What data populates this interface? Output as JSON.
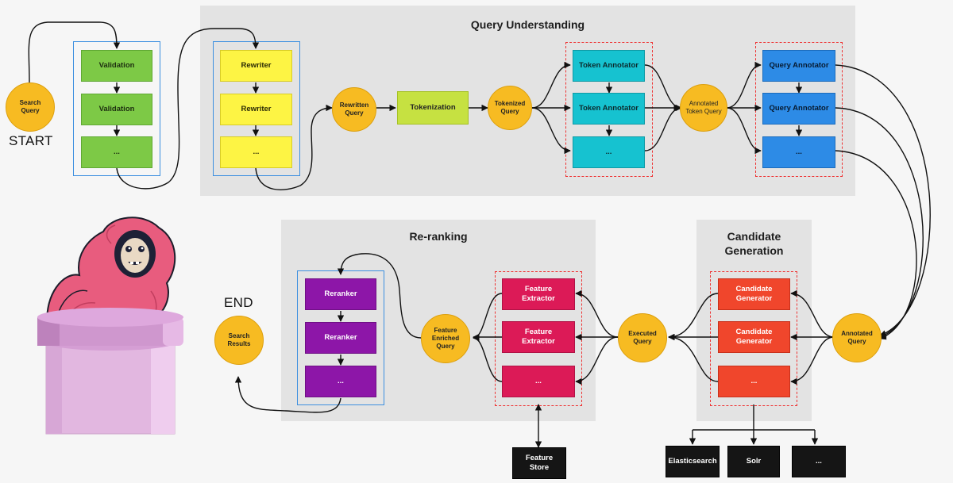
{
  "panels": {
    "query_understanding": "Query Understanding",
    "reranking": "Re-ranking",
    "candidate_generation_line1": "Candidate",
    "candidate_generation_line2": "Generation"
  },
  "labels": {
    "start": "START",
    "end": "END"
  },
  "nodes": {
    "search_query": "Search\nQuery",
    "validation_1": "Validation",
    "validation_2": "Validation",
    "validation_3": "...",
    "rewriter_1": "Rewriter",
    "rewriter_2": "Rewriter",
    "rewriter_3": "...",
    "rewritten_query": "Rewritten\nQuery",
    "tokenization": "Tokenization",
    "tokenized_query": "Tokenized\nQuery",
    "token_annotator_1": "Token Annotator",
    "token_annotator_2": "Token Annotator",
    "token_annotator_3": "...",
    "annotated_token_query": "Annotated\nToken Query",
    "query_annotator_1": "Query Annotator",
    "query_annotator_2": "Query Annotator",
    "query_annotator_3": "...",
    "annotated_query": "Annotated\nQuery",
    "candidate_generator_1": "Candidate\nGenerator",
    "candidate_generator_2": "Candidate\nGenerator",
    "candidate_generator_3": "...",
    "elasticsearch": "Elasticsearch",
    "solr": "Solr",
    "backend_more": "...",
    "executed_query": "Executed\nQuery",
    "feature_extractor_1": "Feature\nExtractor",
    "feature_extractor_2": "Feature\nExtractor",
    "feature_extractor_3": "...",
    "feature_store": "Feature\nStore",
    "feature_enriched_query": "Feature\nEnriched\nQuery",
    "reranker_1": "Reranker",
    "reranker_2": "Reranker",
    "reranker_3": "...",
    "search_results": "Search\nResults"
  },
  "colors": {
    "panel": "#e3e3e3",
    "circle": "#f7bb22",
    "validation": "#7dc946",
    "rewriter": "#fdf444",
    "tokenization": "#c6e141",
    "token_annotator": "#16c2d0",
    "query_annotator": "#2d8be6",
    "reranker": "#8d16a8",
    "feature_extractor": "#dc1a57",
    "candidate_generator": "#f0462c",
    "backend": "#151515",
    "group_border": "#3c8fe0",
    "parallel_border": "#e33"
  },
  "mascot": "pink-monkey-in-pipe-illustration"
}
